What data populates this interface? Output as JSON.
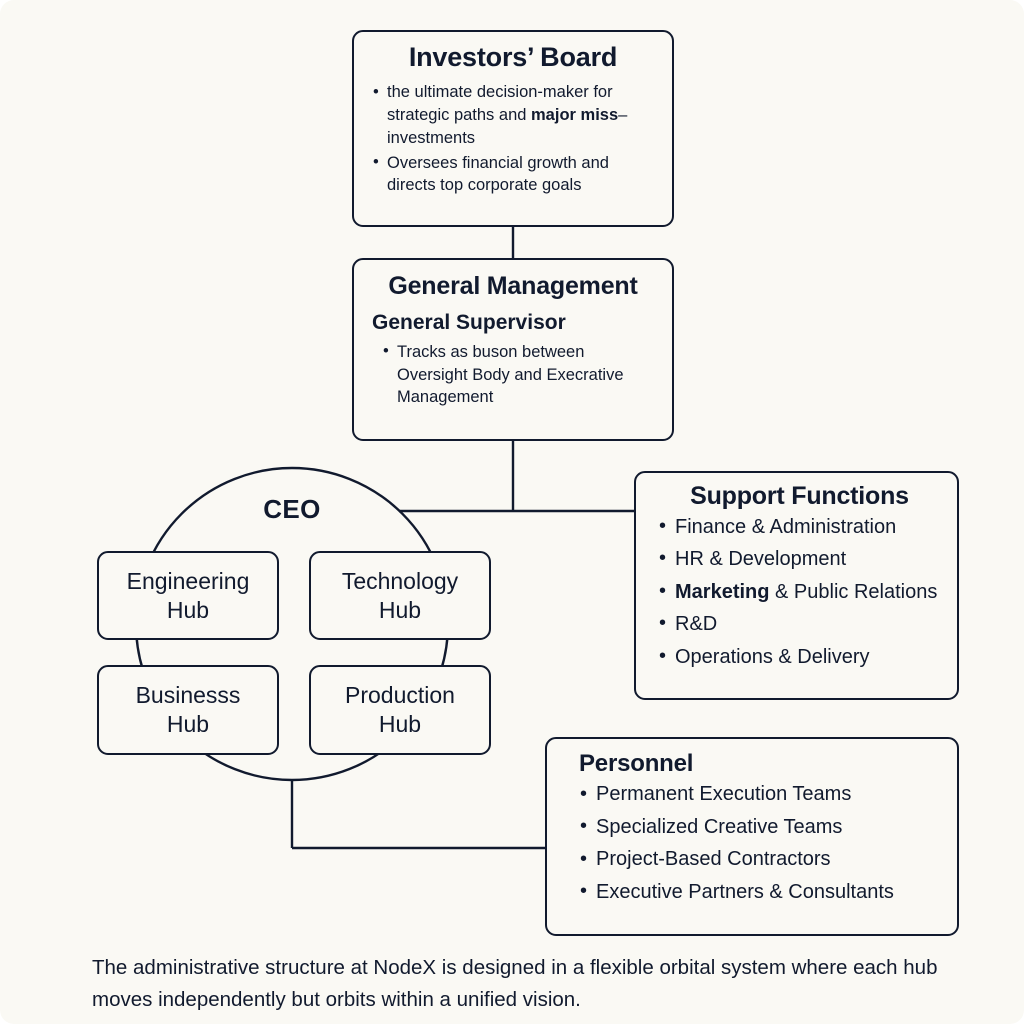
{
  "theme": {
    "background": "#faf9f4",
    "stroke": "#111a2e",
    "text": "#111a2e"
  },
  "nodes": {
    "investors_board": {
      "title": "Investors’ Board",
      "bullets": [
        "the ultimate decision-maker for strategic paths and major miss–investments",
        "Oversees financial growth and directs top corporate goals"
      ],
      "bullet_1_plain_a": "the ultimate decision-maker for strategic paths and ",
      "bullet_1_bold": "major  miss",
      "bullet_1_plain_b": "–investments",
      "bullet_2": "Oversees financial growth and directs top corporate goals"
    },
    "general_management": {
      "title": "General Management",
      "subtitle": "General Supervisor",
      "bullets": [
        "Tracks as buson between Oversight Body and Execrative Management"
      ]
    },
    "support_functions": {
      "title": "Support Functions",
      "bullets": [
        "Finance & Administration",
        "HR & Development",
        "Marketing & Public Relations",
        "R&D",
        "Operations & Delivery"
      ],
      "bullet_3_bold": "Marketing",
      "bullet_3_rest": " & Public Relations"
    },
    "personnel": {
      "title": "Personnel",
      "bullets": [
        "Permanent Execution Teams",
        "Specialized Creative Teams",
        "Project-Based Contractors",
        "Executive Partners & Consultants"
      ]
    },
    "ceo": {
      "label": "CEO"
    },
    "hubs": [
      {
        "label": "Engineering\nHub",
        "line1": "Engineering",
        "line2": "Hub"
      },
      {
        "label": "Technology\nHub",
        "line1": "Technology",
        "line2": "Hub"
      },
      {
        "label": "Businesss\nHub",
        "line1": "Businesss",
        "line2": "Hub"
      },
      {
        "label": "Production\nHub",
        "line1": "Production",
        "line2": "Hub"
      }
    ]
  },
  "caption": {
    "text": "The administrative structure at NodeX is designed in a flexible orbital system where each hub moves independently but orbits within a unified vision."
  }
}
